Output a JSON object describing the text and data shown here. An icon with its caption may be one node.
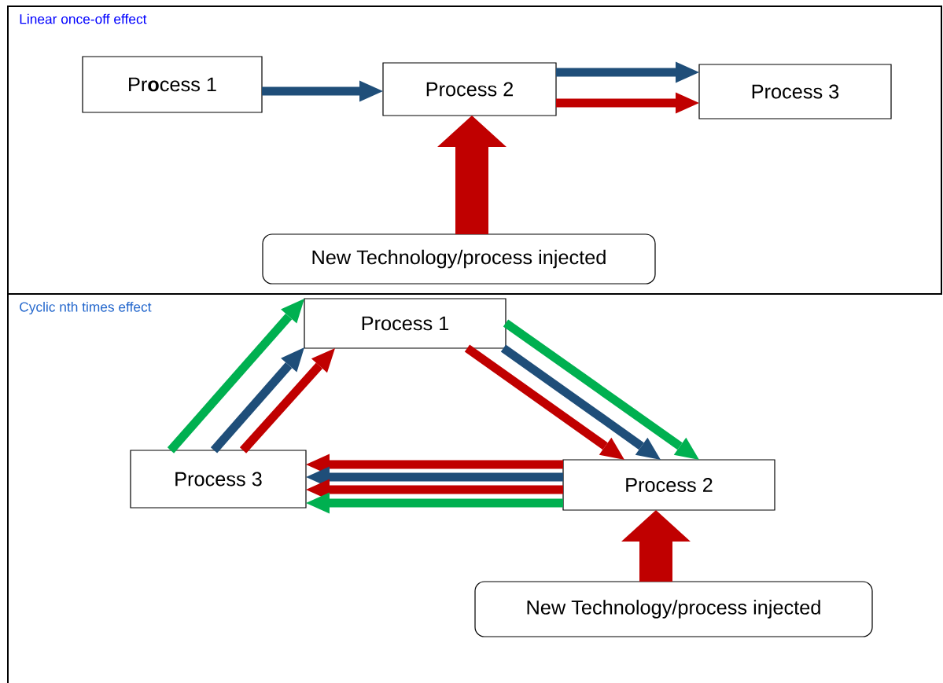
{
  "diagram": {
    "nodes": [
      {
        "text": [
          "Pr**o**cess 1"
        ]
      },
      {
        "text": [
          "Process 2"
        ]
      },
      {
        "text": [
          "Process 3"
        ]
      },
      {
        "text": [
          "New Technology/process injected"
        ]
      },
      {
        "text": [
          "Process 1"
        ]
      },
      {
        "text": [
          "Process 2"
        ]
      },
      {
        "text": [
          "Process 3"
        ]
      },
      {
        "text": [
          "New Technology/process injected"
        ]
      }
    ],
    "edges": [
      {
        "from": 0,
        "to": 1,
        "arrow": "to",
        "color": "#1f4e79"
      },
      {
        "from": 1,
        "to": 2,
        "arrow": "to",
        "color": "#1f4e79"
      },
      {
        "from": 1,
        "to": 2,
        "arrow": "to",
        "color": "#c00000"
      },
      {
        "from": 3,
        "to": 1,
        "arrow": "to",
        "style": "thick",
        "color": "#c00000"
      },
      {
        "from": 6,
        "to": 4,
        "arrow": "to",
        "color": "#00b050"
      },
      {
        "from": 6,
        "to": 4,
        "arrow": "to",
        "color": "#1f4e79"
      },
      {
        "from": 6,
        "to": 4,
        "arrow": "to",
        "color": "#c00000"
      },
      {
        "from": 4,
        "to": 5,
        "arrow": "to",
        "color": "#c00000"
      },
      {
        "from": 4,
        "to": 5,
        "arrow": "to",
        "color": "#1f4e79"
      },
      {
        "from": 4,
        "to": 5,
        "arrow": "to",
        "color": "#00b050"
      },
      {
        "from": 5,
        "to": 6,
        "arrow": "to",
        "color": "#c00000"
      },
      {
        "from": 5,
        "to": 6,
        "arrow": "to",
        "color": "#1f4e79"
      },
      {
        "from": 5,
        "to": 6,
        "arrow": "to",
        "color": "#c00000"
      },
      {
        "from": 5,
        "to": 6,
        "arrow": "to",
        "color": "#00b050"
      },
      {
        "from": 7,
        "to": 5,
        "arrow": "to",
        "style": "thick",
        "color": "#c00000"
      }
    ],
    "labels": [
      "Linear once-off effect",
      "Cyclic nth times effect"
    ]
  }
}
